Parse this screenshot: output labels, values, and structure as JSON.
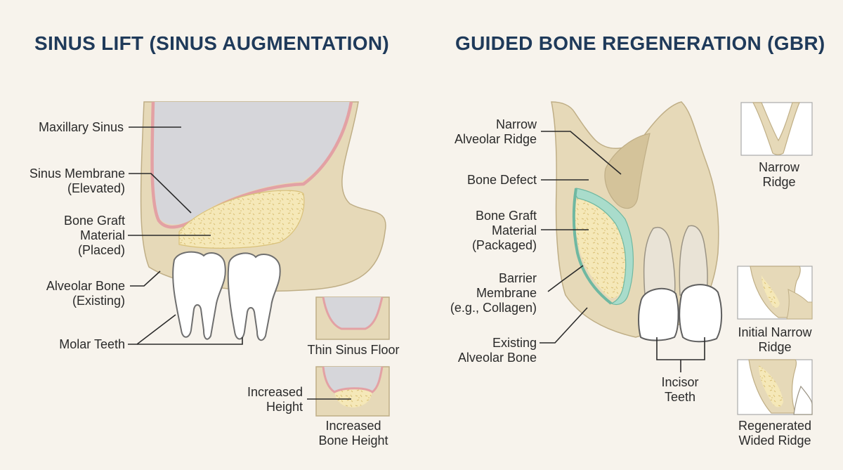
{
  "colors": {
    "background": "#f7f3ec",
    "title": "#1f3a5a",
    "bone": "#e6d9b8",
    "bone_outline": "#bfae86",
    "sinus": "#d6d6da",
    "membrane_pink": "#e3a1a4",
    "graft": "#f5e8b8",
    "barrier_membrane": "#a9dccb",
    "tooth": "#ffffff",
    "leader_line": "#2a2a2a"
  },
  "sinus_lift": {
    "title": "SINUS LIFT (SINUS AUGMENTATION)",
    "labels": {
      "maxillary_sinus": "Maxillary Sinus",
      "sinus_membrane_1": "Sinus Membrane",
      "sinus_membrane_2": "(Elevated)",
      "bone_graft_1": "Bone Graft",
      "bone_graft_2": "Material",
      "bone_graft_3": "(Placed)",
      "alveolar_bone_1": "Alveolar Bone",
      "alveolar_bone_2": "(Existing)",
      "molar_teeth": "Molar Teeth",
      "thin_floor": "Thin Sinus Floor",
      "increased_height_1": "Increased",
      "increased_height_2": "Height",
      "increased_bone_height_1": "Increased",
      "increased_bone_height_2": "Bone Height"
    }
  },
  "gbr": {
    "title": "GUIDED BONE REGENERATION (GBR)",
    "labels": {
      "narrow_ridge_1": "Narrow",
      "narrow_ridge_2": "Alveolar Ridge",
      "bone_defect": "Bone Defect",
      "bone_graft_1": "Bone Graft",
      "bone_graft_2": "Material",
      "bone_graft_3": "(Packaged)",
      "barrier_1": "Barrier",
      "barrier_2": "Membrane",
      "barrier_3": "(e.g., Collagen)",
      "existing_1": "Existing",
      "existing_2": "Alveolar Bone",
      "incisor_1": "Incisor",
      "incisor_2": "Teeth",
      "inset_narrow_1": "Narrow",
      "inset_narrow_2": "Ridge",
      "inset_initial_1": "Initial Narrow",
      "inset_initial_2": "Ridge",
      "inset_regen_1": "Regenerated",
      "inset_regen_2": "Wided Ridge"
    }
  }
}
